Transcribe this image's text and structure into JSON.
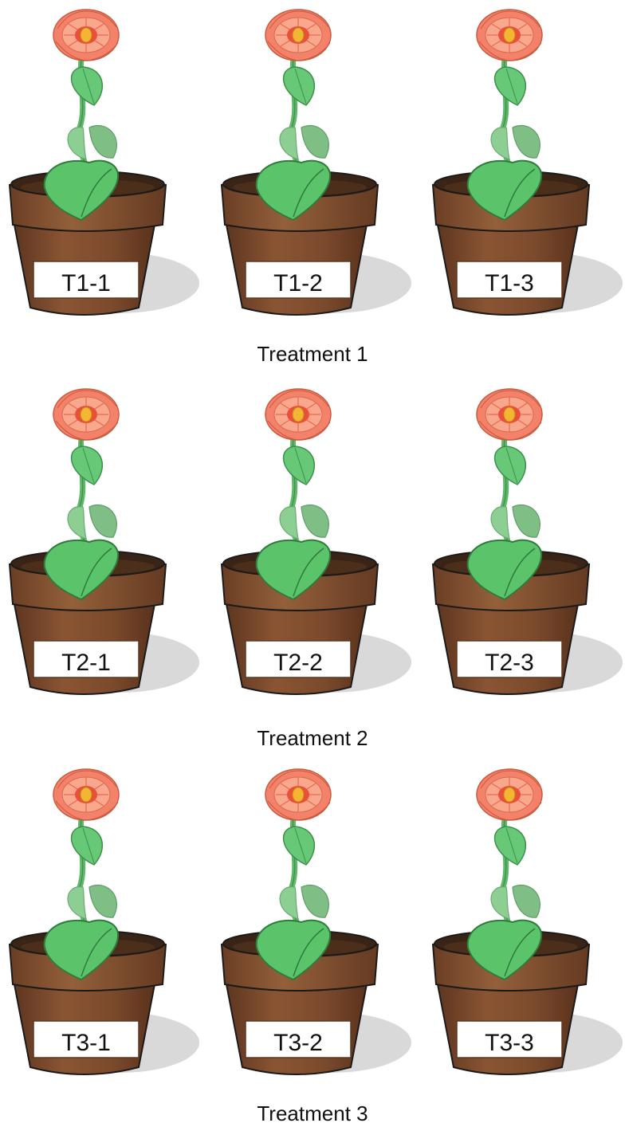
{
  "groups": [
    {
      "caption": "Treatment 1",
      "pots": [
        "T1-1",
        "T1-2",
        "T1-3"
      ]
    },
    {
      "caption": "Treatment 2",
      "pots": [
        "T2-1",
        "T2-2",
        "T2-3"
      ]
    },
    {
      "caption": "Treatment 3",
      "pots": [
        "T3-1",
        "T3-2",
        "T3-3"
      ]
    }
  ],
  "colors": {
    "pot": "#7b4a2c",
    "pot_dark": "#5e3620",
    "soil": "#3a2415",
    "leaf": "#5bc46b",
    "stem": "#5fb86a",
    "petal": "#f4826a",
    "petal_light": "#f9a88e",
    "flower_center": "#f2b632",
    "shadow": "#d9d9d9"
  }
}
